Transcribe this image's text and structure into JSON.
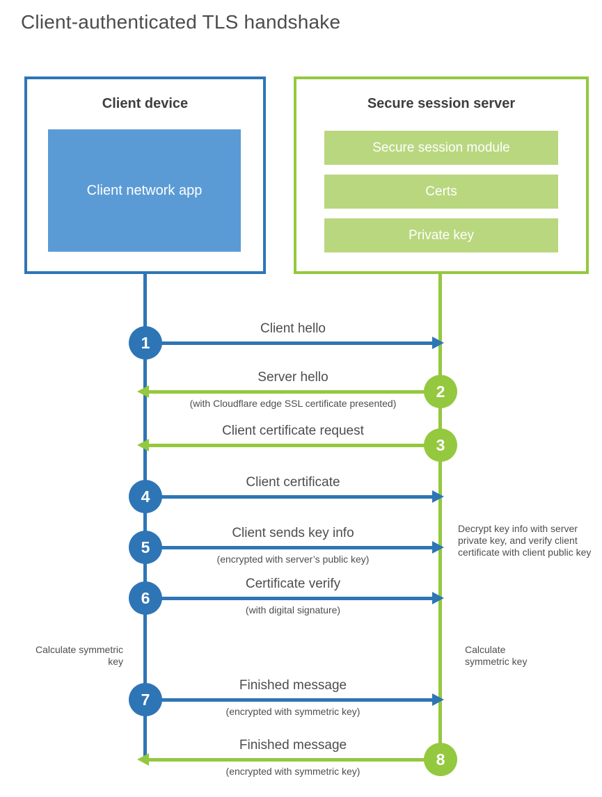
{
  "title": "Client-authenticated TLS handshake",
  "colors": {
    "blue": "#2e75b6",
    "blue_light": "#5b9bd5",
    "green": "#94c83f",
    "green_light": "#b9d77f",
    "heading_text": "#3e3e3e",
    "label_text": "#4d4d4d"
  },
  "client": {
    "title": "Client device",
    "app_label": "Client network app"
  },
  "server": {
    "title": "Secure session server",
    "modules": [
      "Secure session module",
      "Certs",
      "Private key"
    ]
  },
  "steps": [
    {
      "number": "1",
      "label": "Client hello",
      "sublabel": "",
      "direction": "right",
      "from": "client",
      "to": "server"
    },
    {
      "number": "2",
      "label": "Server hello",
      "sublabel": "(with Cloudflare edge SSL certificate presented)",
      "direction": "left",
      "from": "server",
      "to": "client"
    },
    {
      "number": "3",
      "label": "Client certificate request",
      "sublabel": "",
      "direction": "left",
      "from": "server",
      "to": "client"
    },
    {
      "number": "4",
      "label": "Client certificate",
      "sublabel": "",
      "direction": "right",
      "from": "client",
      "to": "server"
    },
    {
      "number": "5",
      "label": "Client sends key info",
      "sublabel": "(encrypted with server’s public key)",
      "direction": "right",
      "from": "client",
      "to": "server"
    },
    {
      "number": "6",
      "label": "Certificate verify",
      "sublabel": "(with digital signature)",
      "direction": "right",
      "from": "client",
      "to": "server"
    },
    {
      "number": "7",
      "label": "Finished message",
      "sublabel": "(encrypted with symmetric key)",
      "direction": "right",
      "from": "client",
      "to": "server"
    },
    {
      "number": "8",
      "label": "Finished message",
      "sublabel": "(encrypted with symmetric key)",
      "direction": "left",
      "from": "server",
      "to": "client"
    }
  ],
  "notes": {
    "decrypt": "Decrypt key info with server private key, and verify client certificate with client public key",
    "calculate_left": "Calculate symmetric key",
    "calculate_right": "Calculate symmetric key"
  }
}
